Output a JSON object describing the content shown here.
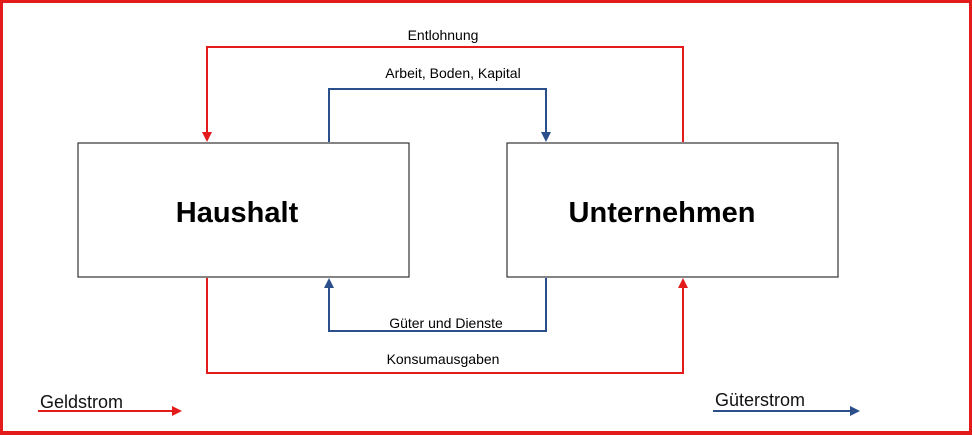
{
  "boxes": {
    "household": "Haushalt",
    "company": "Unternehmen"
  },
  "flows": {
    "wages": "Entlohnung",
    "factors": "Arbeit, Boden, Kapital",
    "goods": "Güter und Dienste",
    "spending": "Konsumausgaben"
  },
  "legend": {
    "money": "Geldstrom",
    "goods": "Güterstrom"
  },
  "colors": {
    "money": "#e31b1b",
    "goods": "#2a4f8a",
    "frame": "#e31b1b"
  }
}
